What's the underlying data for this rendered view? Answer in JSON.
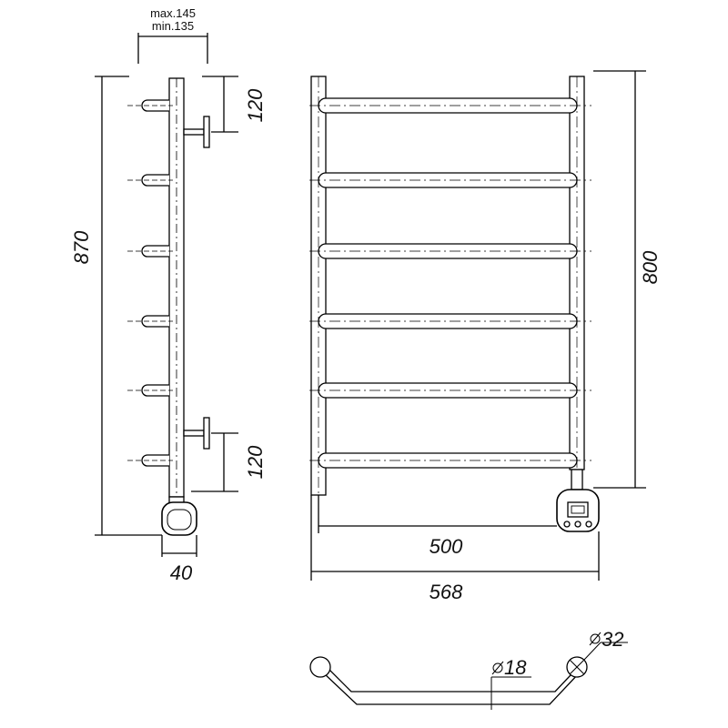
{
  "dimensions": {
    "depth_max": "max.145",
    "depth_min": "min.135",
    "top_offset": "120",
    "bottom_offset": "120",
    "total_height": "870",
    "connector_width": "40",
    "center_height": "800",
    "center_width": "500",
    "total_width": "568",
    "tube_diameter": "18",
    "rail_diameter": "32"
  },
  "drawing": {
    "line_color": "#000000",
    "fill_color": "#ffffff",
    "dash_color": "#333333",
    "rung_count": 6
  }
}
